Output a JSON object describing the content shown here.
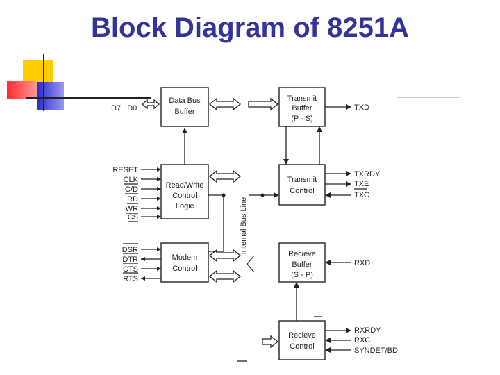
{
  "slide": {
    "title": "Block Diagram of 8251A"
  },
  "blocks": {
    "data_bus_buffer": [
      "Data Bus",
      "Buffer"
    ],
    "read_write_control": [
      "Read/Write",
      "Control",
      "Logic"
    ],
    "modem_control": [
      "Modem",
      "Control"
    ],
    "transmit_buffer": [
      "Transmit",
      "Buffer",
      "(P - S)"
    ],
    "transmit_control": [
      "Transmit",
      "Control"
    ],
    "receive_buffer": [
      "Recieve",
      "Buffer",
      "(S - P)"
    ],
    "receive_control": [
      "Recieve",
      "Control"
    ]
  },
  "internal_bus_label": "Internal Bus Line",
  "signals": {
    "data_bus": "D7 . D0",
    "rw_inputs": [
      "RESET",
      "CLK",
      "C/D",
      "RD",
      "WR",
      "CS"
    ],
    "modem_signals": [
      "DSR",
      "DTR",
      "CTS",
      "RTS"
    ],
    "txd": "TXD",
    "transmit_control_signals": [
      "TXRDY",
      "TXE",
      "TXC"
    ],
    "rxd": "RXD",
    "receive_control_signals": [
      "RXRDY",
      "RXC",
      "SYNDET/BD"
    ]
  },
  "colors": {
    "title": "#333399",
    "deco_yellow": "#ffcc00",
    "deco_red": "#ff3333",
    "deco_blue": "#3333cc",
    "line": "#222222"
  }
}
